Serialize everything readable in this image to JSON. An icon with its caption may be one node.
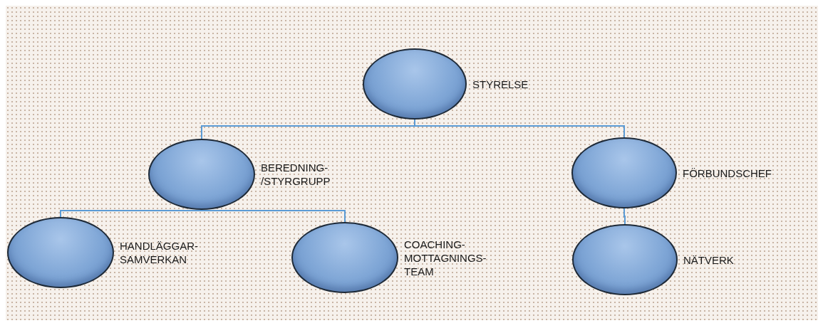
{
  "diagram": {
    "nodes": [
      {
        "text": [
          "STYRELSE"
        ]
      },
      {
        "text": [
          "BEREDNING- /STYRGRUPP"
        ]
      },
      {
        "text": [
          "FÖRBUNDSCHEF"
        ]
      },
      {
        "text": [
          "HANDLÄGGAR- SAMVERKAN"
        ]
      },
      {
        "text": [
          "COACHING- MOTTAGNINGS- TEAM"
        ]
      },
      {
        "text": [
          "NÄTVERK"
        ]
      }
    ],
    "edges": [
      {
        "from": 0,
        "to": 1,
        "arrow": "none"
      },
      {
        "from": 0,
        "to": 2,
        "arrow": "none"
      },
      {
        "from": 1,
        "to": 3,
        "arrow": "none"
      },
      {
        "from": 1,
        "to": 4,
        "arrow": "none"
      },
      {
        "from": 2,
        "to": 5,
        "arrow": "none"
      }
    ]
  }
}
